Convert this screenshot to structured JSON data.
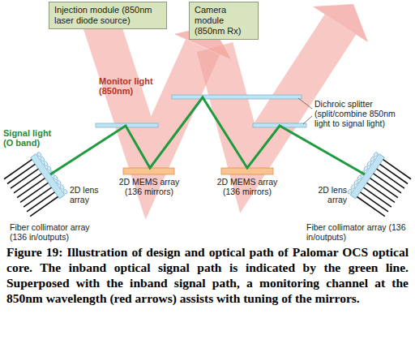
{
  "diagram": {
    "caption": "Figure 19: Illustration of design and optical path of Palomar OCS optical core. The inband optical signal path is indicated by the green line. Superposed with the inband signal path, a monitoring channel at the 850nm wavelength (red arrows) assists with tuning of the mirrors.",
    "nodes": [
      {
        "text": [
          "Injection module (850nm laser diode source)"
        ]
      },
      {
        "text": [
          "Camera module (850nm Rx)"
        ]
      }
    ],
    "labels": [
      "Monitor light (850nm)",
      "Dichroic splitter (split/combine 850nm light to signal light)",
      "Signal light (O band)",
      "2D MEMS array (136 mirrors)",
      "2D MEMS array (136 mirrors)",
      "2D lens array",
      "Fiber collimator array (136 in/outputs)",
      "2D lens array",
      "Fiber collimator array (136 in/outputs)"
    ]
  }
}
